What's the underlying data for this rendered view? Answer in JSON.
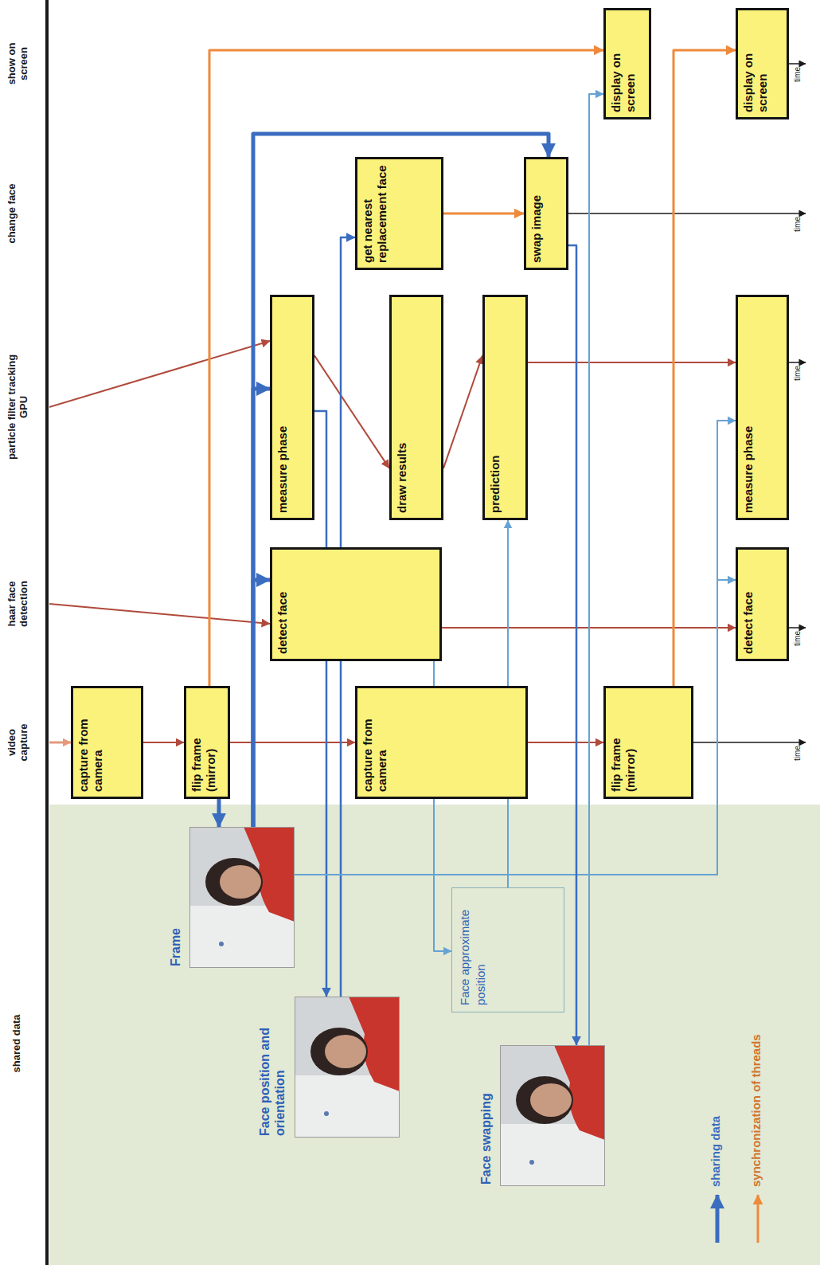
{
  "diagram": {
    "nodes": [
      {
        "text": [
          "capture from camera"
        ]
      },
      {
        "text": [
          "flip frame (mirror)"
        ]
      },
      {
        "text": [
          "capture from camera"
        ]
      },
      {
        "text": [
          "flip frame (mirror)"
        ]
      },
      {
        "text": [
          "detect face"
        ]
      },
      {
        "text": [
          "detect face"
        ]
      },
      {
        "text": [
          "measure phase"
        ]
      },
      {
        "text": [
          "draw results"
        ]
      },
      {
        "text": [
          "prediction"
        ]
      },
      {
        "text": [
          "measure phase"
        ]
      },
      {
        "text": [
          "get nearest replacement face"
        ]
      },
      {
        "text": [
          "swap image"
        ]
      },
      {
        "text": [
          "display on screen"
        ]
      },
      {
        "text": [
          "display on screen"
        ]
      },
      {
        "text": [
          "Frame"
        ]
      },
      {
        "text": [
          "Face position and orientation"
        ]
      },
      {
        "text": [
          "Face approximate position"
        ]
      },
      {
        "text": [
          "Face swapping"
        ]
      }
    ],
    "edges": [
      {
        "from": 0,
        "to": 1,
        "arrow": "to"
      },
      {
        "from": 1,
        "to": 2,
        "arrow": "to"
      },
      {
        "from": 2,
        "to": 3,
        "arrow": "to"
      },
      {
        "from": 4,
        "to": 5,
        "arrow": "to"
      },
      {
        "from": 6,
        "to": 7,
        "arrow": "to"
      },
      {
        "from": 7,
        "to": 8,
        "arrow": "to"
      },
      {
        "from": 8,
        "to": 9,
        "arrow": "to"
      },
      {
        "from": 10,
        "to": 11,
        "arrow": "to"
      },
      {
        "from": 1,
        "to": 12,
        "arrow": "to"
      },
      {
        "from": 3,
        "to": 13,
        "arrow": "to"
      },
      {
        "from": 1,
        "to": 14,
        "arrow": "to"
      },
      {
        "from": 14,
        "to": 4,
        "arrow": "to"
      },
      {
        "from": 14,
        "to": 6,
        "arrow": "to"
      },
      {
        "from": 14,
        "to": 11,
        "arrow": "to"
      },
      {
        "from": 6,
        "to": 15,
        "arrow": "to"
      },
      {
        "from": 15,
        "to": 10,
        "arrow": "to"
      },
      {
        "from": 4,
        "to": 16,
        "arrow": "to"
      },
      {
        "from": 16,
        "to": 8,
        "arrow": "to"
      },
      {
        "from": 14,
        "to": 5,
        "arrow": "to"
      },
      {
        "from": 14,
        "to": 9,
        "arrow": "to"
      },
      {
        "from": 11,
        "to": 17,
        "arrow": "to"
      },
      {
        "from": 17,
        "to": 12,
        "arrow": "to"
      }
    ],
    "labels": [
      "video capture",
      "haar face detection",
      "particle filter tracking GPU",
      "change face",
      "show on screen",
      "shared data",
      "time",
      "time",
      "time",
      "time",
      "time"
    ],
    "legend": [
      {
        "text": "sharing data"
      },
      {
        "text": "synchronization of threads"
      }
    ]
  }
}
